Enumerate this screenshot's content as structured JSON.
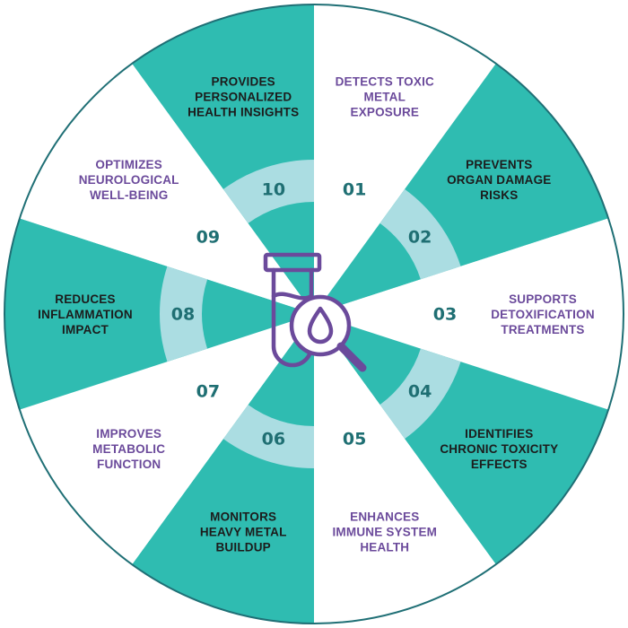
{
  "colors": {
    "teal": "#2fbcb1",
    "light_teal": "#abdde2",
    "white": "#ffffff",
    "border": "#1f6f75",
    "purple": "#6b4a9b",
    "dark_text": "#1c1c1c",
    "number": "#1f6f73"
  },
  "center_icon": "test-tube-magnifier-icon",
  "segments": [
    {
      "number": "01",
      "lines": [
        "DETECTS TOXIC",
        "METAL",
        "EXPOSURE"
      ],
      "style": "white"
    },
    {
      "number": "02",
      "lines": [
        "PREVENTS",
        "ORGAN DAMAGE",
        "RISKS"
      ],
      "style": "teal"
    },
    {
      "number": "03",
      "lines": [
        "SUPPORTS",
        "DETOXIFICATION",
        "TREATMENTS"
      ],
      "style": "white"
    },
    {
      "number": "04",
      "lines": [
        "IDENTIFIES",
        "CHRONIC TOXICITY",
        "EFFECTS"
      ],
      "style": "teal"
    },
    {
      "number": "05",
      "lines": [
        "ENHANCES",
        "IMMUNE SYSTEM",
        "HEALTH"
      ],
      "style": "white"
    },
    {
      "number": "06",
      "lines": [
        "MONITORS",
        "HEAVY METAL",
        "BUILDUP"
      ],
      "style": "teal"
    },
    {
      "number": "07",
      "lines": [
        "IMPROVES",
        "METABOLIC",
        "FUNCTION"
      ],
      "style": "white"
    },
    {
      "number": "08",
      "lines": [
        "REDUCES",
        "INFLAMMATION",
        "IMPACT"
      ],
      "style": "teal"
    },
    {
      "number": "09",
      "lines": [
        "OPTIMIZES",
        "NEUROLOGICAL",
        "WELL-BEING"
      ],
      "style": "white"
    },
    {
      "number": "10",
      "lines": [
        "PROVIDES",
        "PERSONALIZED",
        "HEALTH INSIGHTS"
      ],
      "style": "teal"
    }
  ]
}
